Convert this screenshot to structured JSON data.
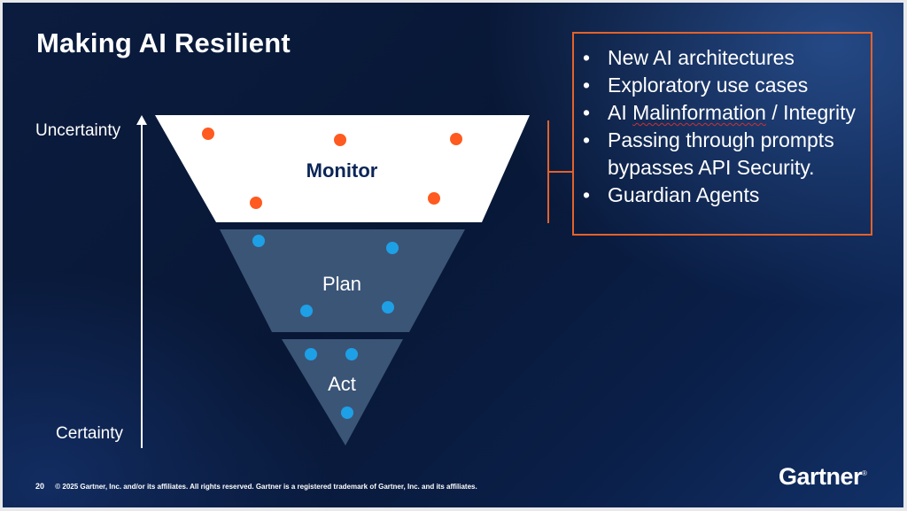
{
  "slide": {
    "title": "Making AI Resilient",
    "axis": {
      "top_label": "Uncertainty",
      "bottom_label": "Certainty"
    },
    "funnel_layers": [
      {
        "label": "Monitor",
        "fill": "#ffffff",
        "label_color": "#0b2558",
        "dot_color": "#ff5a1f"
      },
      {
        "label": "Plan",
        "fill": "#3b5577",
        "label_color": "#ffffff",
        "dot_color": "#1ea0e6"
      },
      {
        "label": "Act",
        "fill": "#3b5577",
        "label_color": "#ffffff",
        "dot_color": "#1ea0e6"
      }
    ],
    "callout_items": [
      "New AI architectures",
      "Exploratory use cases",
      "AI Malinformation / Integrity",
      "Passing through prompts bypasses API Security.",
      "Guardian Agents"
    ],
    "callout_item_3": {
      "prefix": "AI ",
      "flagged_word": "Malinformation",
      "suffix": " / Integrity"
    },
    "accent_color": "#e4622a",
    "footer": {
      "page_number": "20",
      "copyright": "© 2025 Gartner, Inc. and/or its affiliates. All rights reserved. Gartner is a registered trademark of Gartner, Inc. and its affiliates."
    },
    "brand": {
      "name": "Gartner",
      "mark": "®"
    }
  }
}
